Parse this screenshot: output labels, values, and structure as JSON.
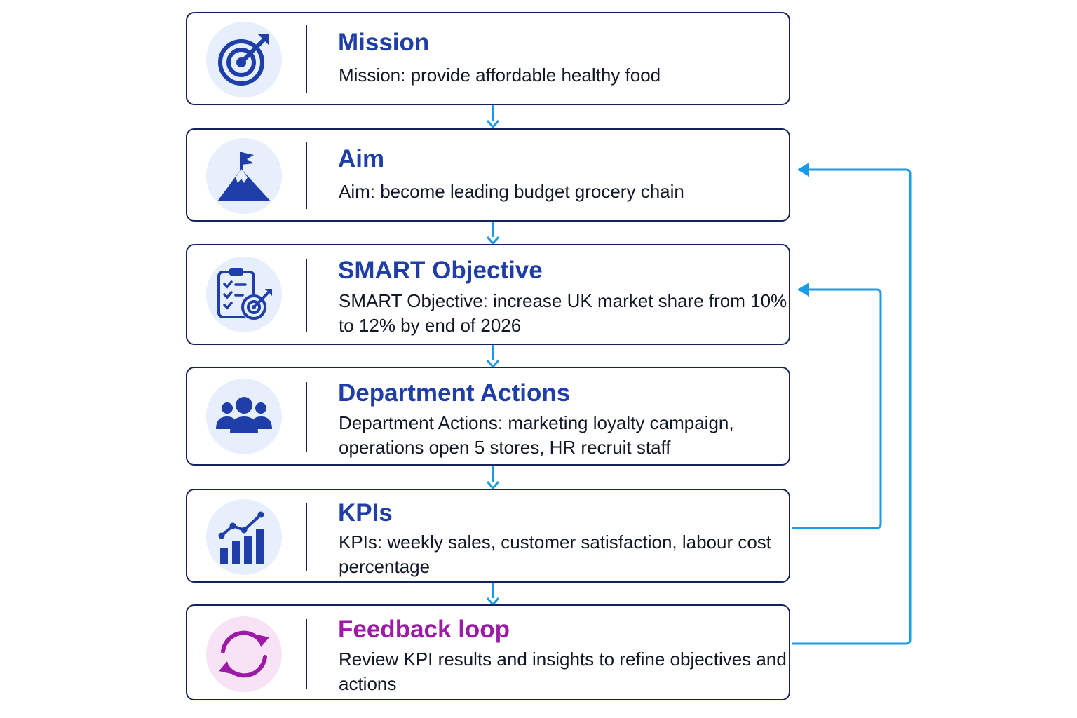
{
  "colors": {
    "box_border": "#16235a",
    "title": "#1f3ea8",
    "feedback_title": "#9c1aa6",
    "icon": "#1f3ea8",
    "feedback_icon": "#9c1aa6",
    "icon_bg": "#e6effb",
    "feedback_icon_bg": "#f7e3f5",
    "arrow": "#1a9be8"
  },
  "steps": [
    {
      "title": "Mission",
      "desc": "Mission: provide affordable healthy food",
      "icon": "target-icon"
    },
    {
      "title": "Aim",
      "desc": "Aim: become leading budget grocery chain",
      "icon": "mountain-flag-icon"
    },
    {
      "title": "SMART Objective",
      "desc": "SMART Objective: increase UK market share from 10% to 12% by end of 2026",
      "icon": "checklist-target-icon"
    },
    {
      "title": "Department Actions",
      "desc": "Department Actions: marketing loyalty campaign, operations open 5 stores, HR recruit staff",
      "icon": "team-icon"
    },
    {
      "title": "KPIs",
      "desc": "KPIs: weekly sales, customer satisfaction, labour cost percentage",
      "icon": "growth-chart-icon"
    },
    {
      "title": "Feedback loop",
      "desc": "Review KPI results and insights to refine objectives and actions",
      "icon": "refresh-cycle-icon"
    }
  ],
  "feedback_links": [
    {
      "from": "KPIs",
      "to": "SMART Objective"
    },
    {
      "from": "Feedback loop",
      "to": "Aim"
    }
  ]
}
